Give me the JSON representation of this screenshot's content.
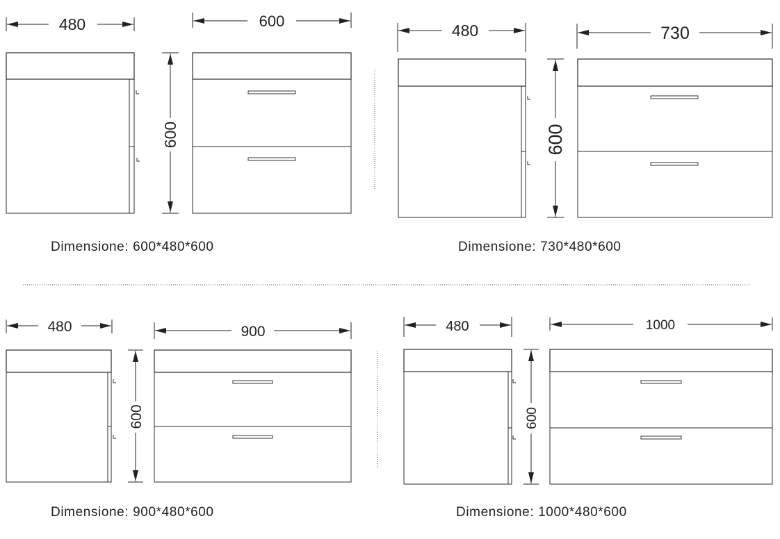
{
  "panels": [
    {
      "side_width_label": "480",
      "front_width_label": "600",
      "height_label": "600",
      "caption_prefix": "Dimensione:",
      "caption_value": "600*480*600"
    },
    {
      "side_width_label": "480",
      "front_width_label": "730",
      "height_label": "600",
      "caption_prefix": "Dimensione:",
      "caption_value": "730*480*600"
    },
    {
      "side_width_label": "480",
      "front_width_label": "900",
      "height_label": "600",
      "caption_prefix": "Dimensione:",
      "caption_value": "900*480*600"
    },
    {
      "side_width_label": "480",
      "front_width_label": "1000",
      "height_label": "600",
      "caption_prefix": "Dimensione:",
      "caption_value": "1000*480*600"
    }
  ]
}
